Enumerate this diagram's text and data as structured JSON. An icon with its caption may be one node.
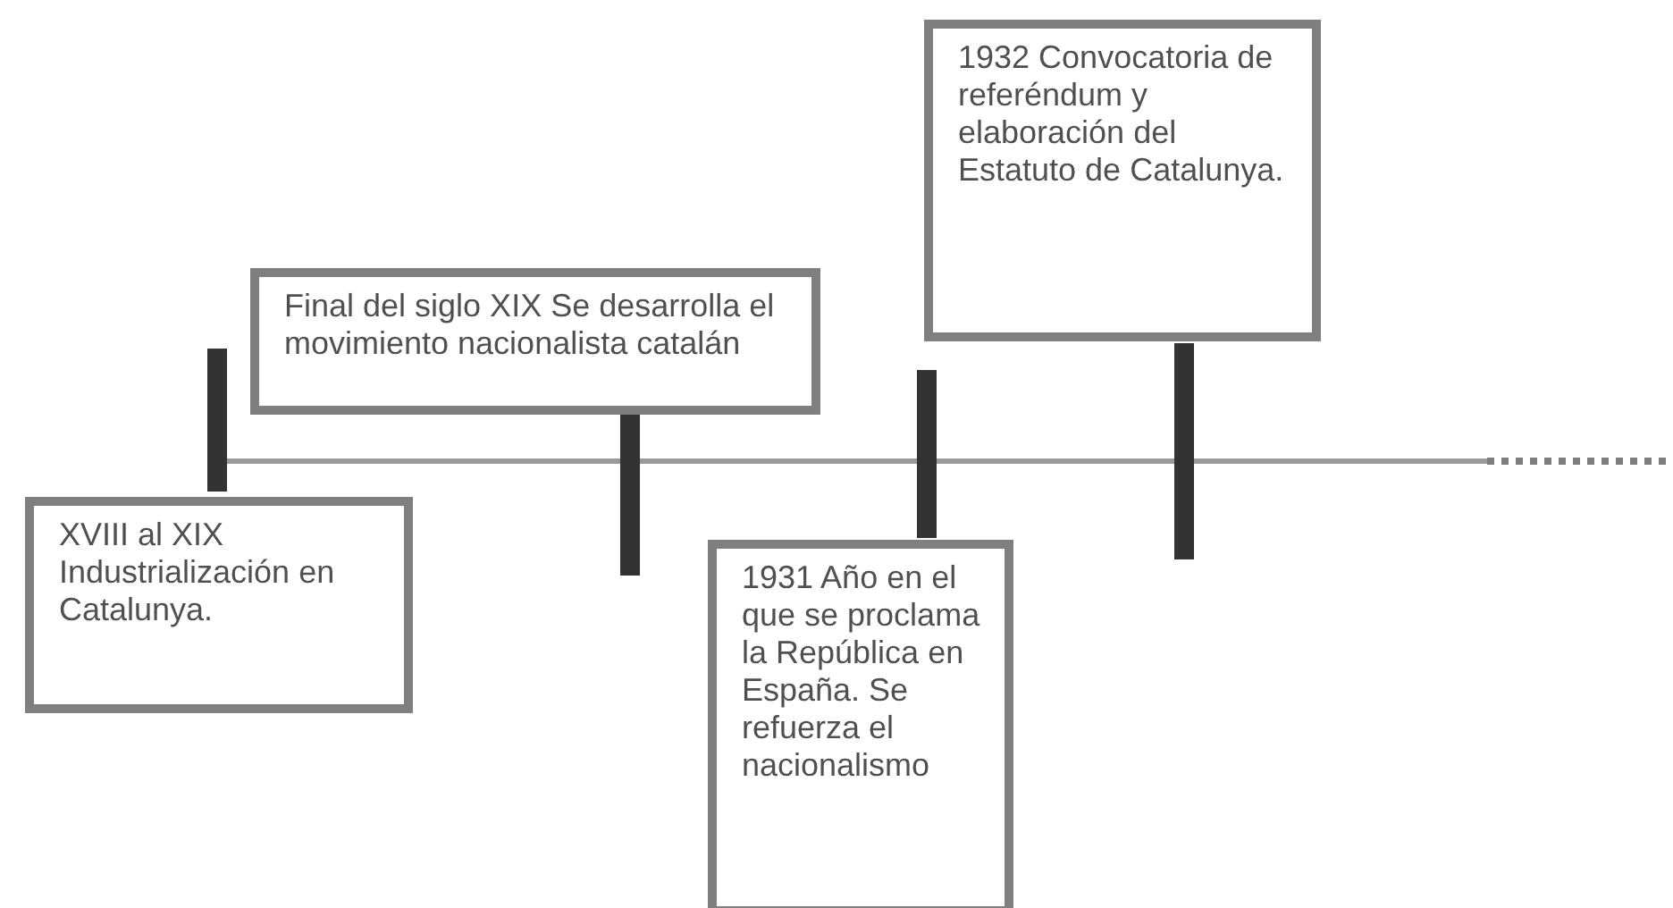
{
  "diagram": {
    "nodes": [
      {
        "text": [
          "XVIII al XIX Industrialización en Catalunya."
        ]
      },
      {
        "text": [
          "Final del siglo XIX Se desarrolla el movimiento nacionalista catalán"
        ]
      },
      {
        "text": [
          "1931 Año en el que se proclama la República en España. Se refuerza el nacionalismo"
        ]
      },
      {
        "text": [
          "1932 Convocatoria de referéndum y elaboración del Estatuto de Catalunya."
        ]
      }
    ]
  }
}
